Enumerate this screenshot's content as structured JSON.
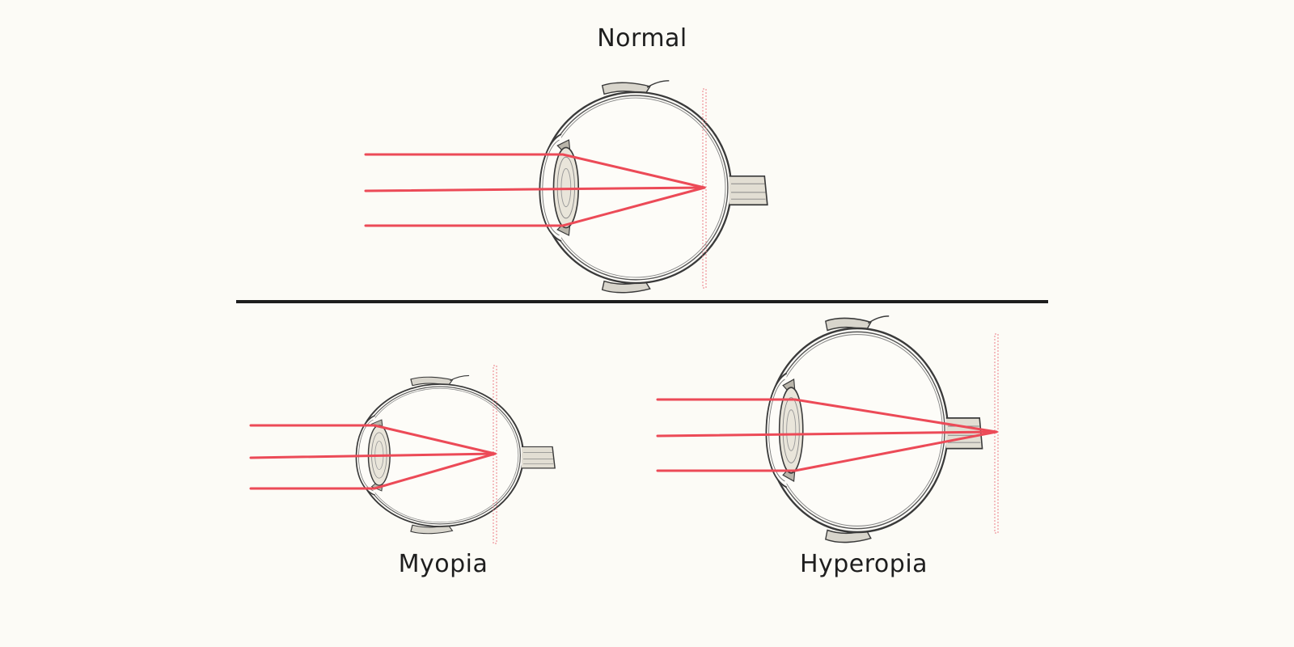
{
  "labels": {
    "normal": "Normal",
    "myopia": "Myopia",
    "hyperopia": "Hyperopia"
  },
  "colors": {
    "background": "#fcfbf6",
    "ray": "#ec4a57",
    "retina_marker": "#ec7f88",
    "eye_outline": "#3a3a3a",
    "divider": "#1e1e1e"
  }
}
